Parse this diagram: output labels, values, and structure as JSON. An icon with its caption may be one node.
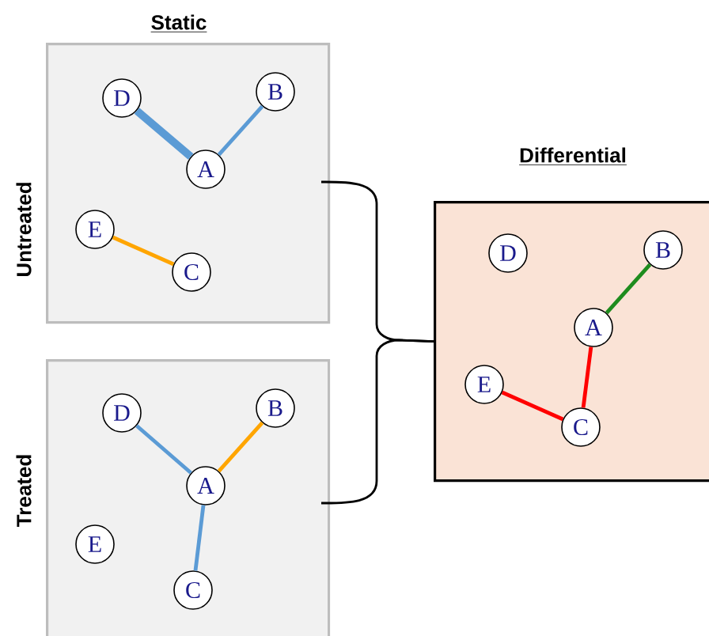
{
  "diagram": {
    "nodes": [
      {
        "text": [
          "Static",
          "Untreated"
        ]
      },
      {
        "text": [
          "D"
        ],
        "in": 0
      },
      {
        "text": [
          "B"
        ],
        "in": 0
      },
      {
        "text": [
          "A"
        ],
        "in": 0
      },
      {
        "text": [
          "E"
        ],
        "in": 0
      },
      {
        "text": [
          "C"
        ],
        "in": 0
      },
      {
        "text": [
          "Treated"
        ]
      },
      {
        "text": [
          "D"
        ],
        "in": 6
      },
      {
        "text": [
          "B"
        ],
        "in": 6
      },
      {
        "text": [
          "A"
        ],
        "in": 6
      },
      {
        "text": [
          "E"
        ],
        "in": 6
      },
      {
        "text": [
          "C"
        ],
        "in": 6
      },
      {
        "text": [
          "Differential"
        ]
      },
      {
        "text": [
          "D"
        ],
        "in": 12
      },
      {
        "text": [
          "B"
        ],
        "in": 12
      },
      {
        "text": [
          "A"
        ],
        "in": 12
      },
      {
        "text": [
          "E"
        ],
        "in": 12
      },
      {
        "text": [
          "C"
        ],
        "in": 12
      }
    ],
    "edges": [
      {
        "from": 1,
        "to": 3,
        "arrow": "none",
        "style": "thick"
      },
      {
        "from": 3,
        "to": 2,
        "arrow": "none"
      },
      {
        "from": 4,
        "to": 5,
        "arrow": "none",
        "color": "#ffa500"
      },
      {
        "from": 7,
        "to": 9,
        "arrow": "none"
      },
      {
        "from": 9,
        "to": 8,
        "arrow": "none",
        "color": "#ffa500"
      },
      {
        "from": 9,
        "to": 11,
        "arrow": "none"
      },
      {
        "from": 15,
        "to": 14,
        "arrow": "none",
        "color": "#1e8c1e"
      },
      {
        "from": 15,
        "to": 17,
        "arrow": "none",
        "color": "#ff0000"
      },
      {
        "from": 16,
        "to": 17,
        "arrow": "none",
        "color": "#ff0000"
      },
      {
        "from": 0,
        "to": 12,
        "arrow": "none",
        "color": "#000000"
      },
      {
        "from": 6,
        "to": 12,
        "arrow": "none",
        "color": "#000000"
      }
    ]
  }
}
